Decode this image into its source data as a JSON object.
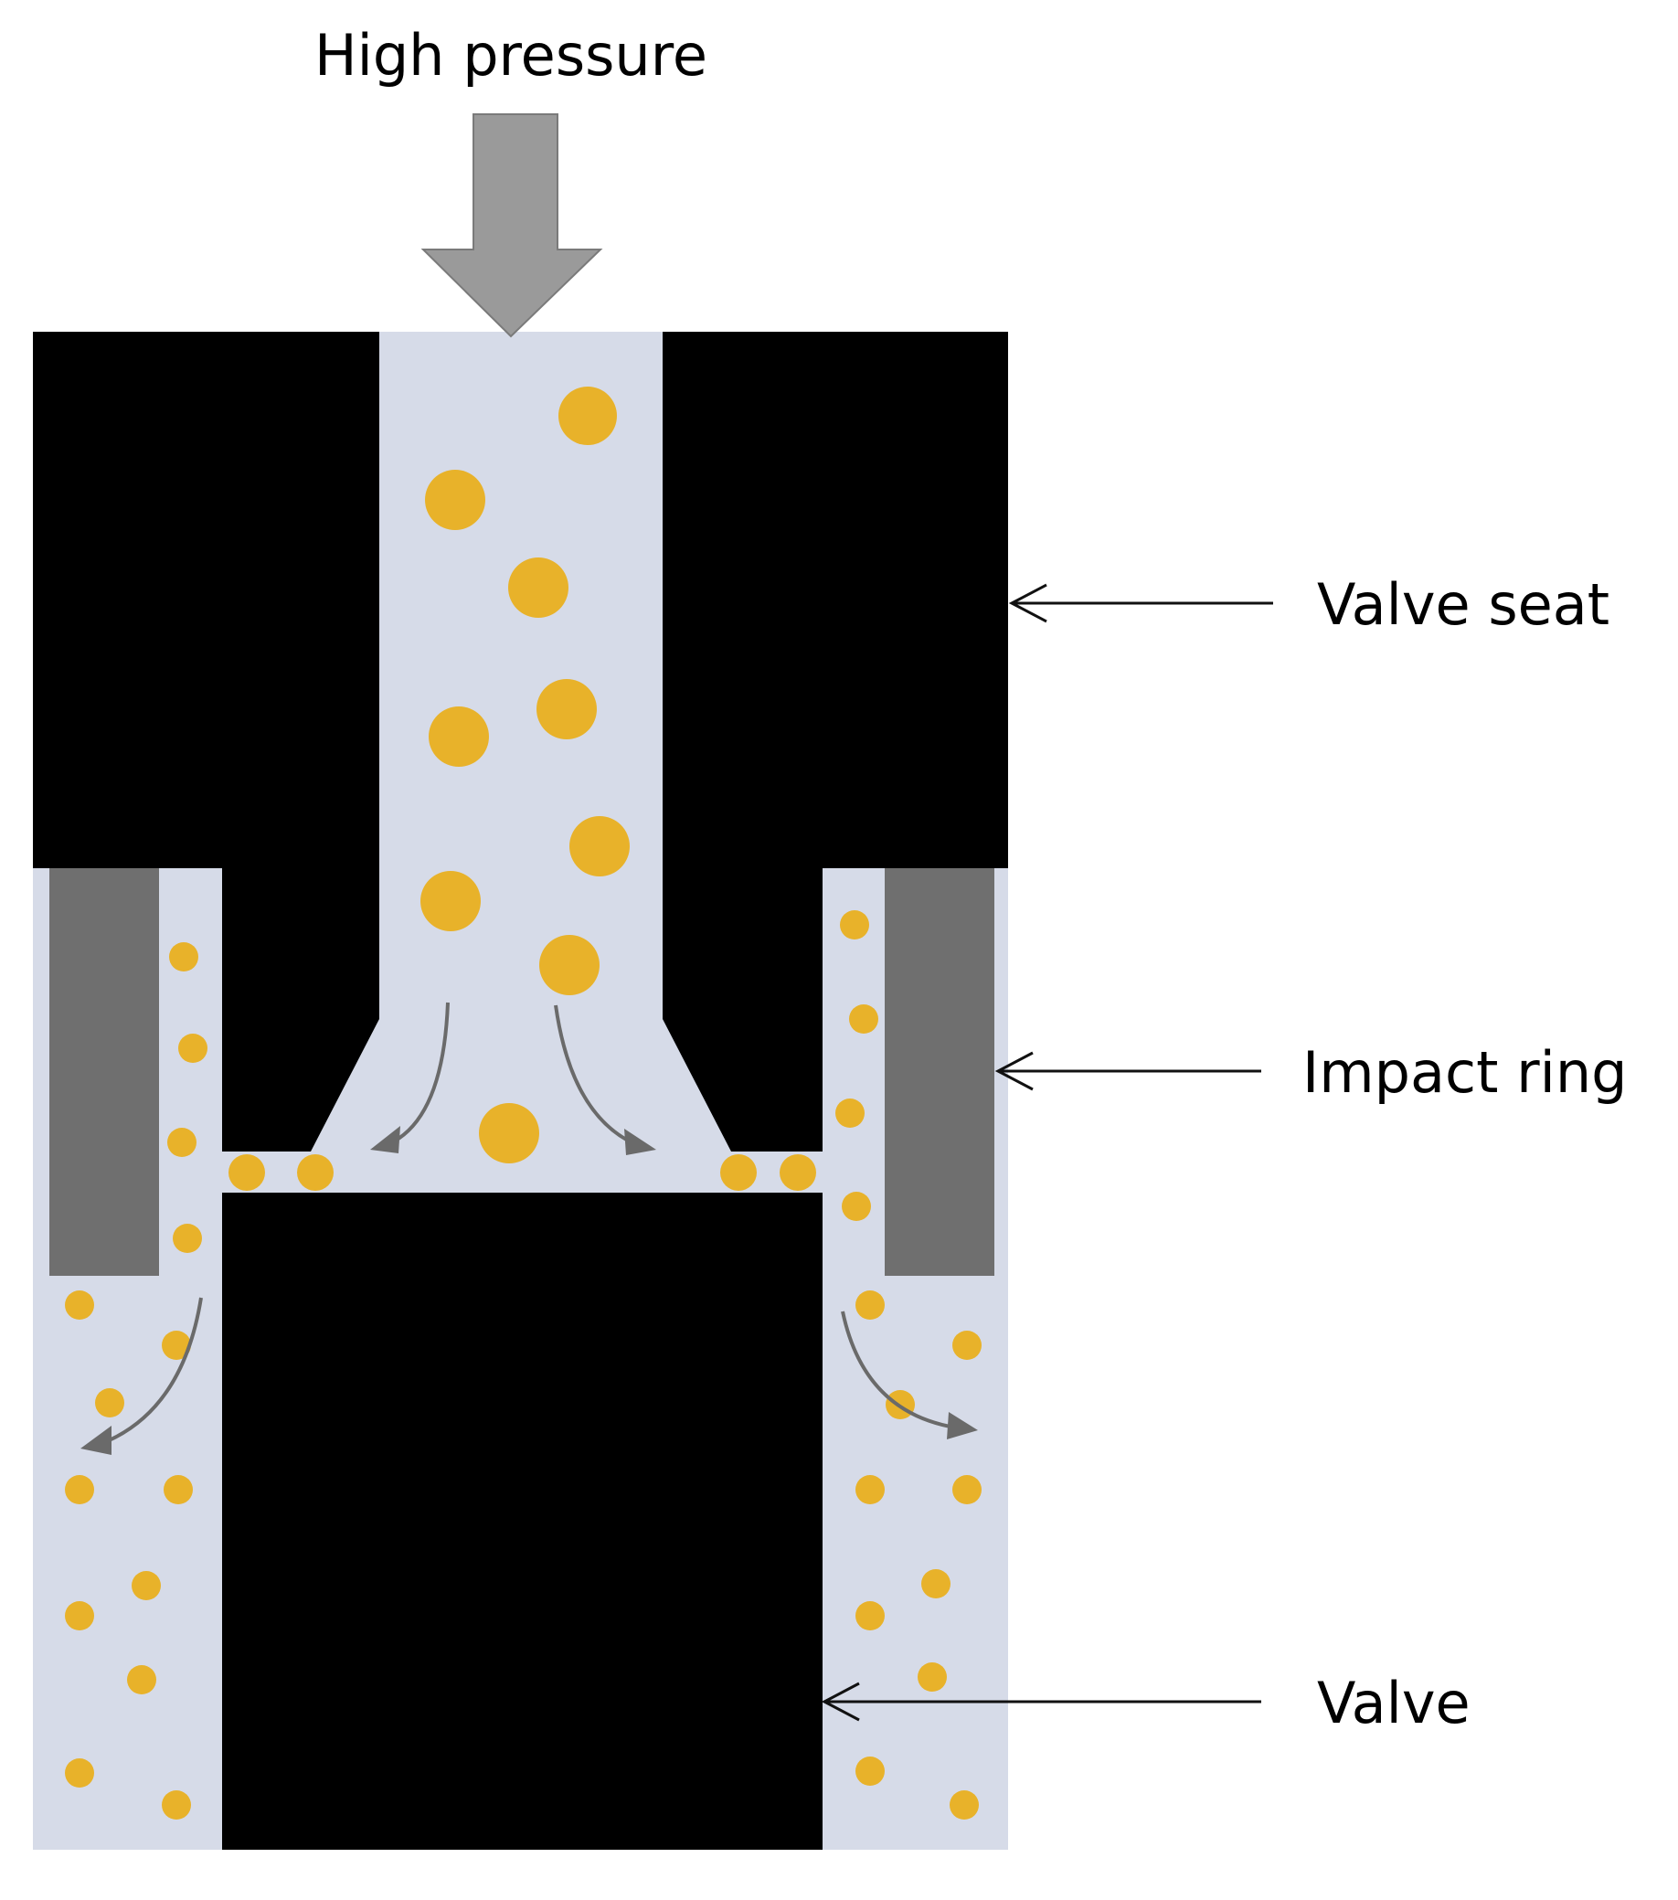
{
  "labels": {
    "high_pressure": "High pressure",
    "valve_seat": "Valve seat",
    "impact_ring": "Impact ring",
    "valve": "Valve"
  },
  "colors": {
    "fluid": "#d6dbe8",
    "solid": "#000000",
    "impact_ring": "#6f6f6f",
    "arrow": "#9a9a9a",
    "flow_arrow": "#6a6a6a",
    "particle": "#e8b22a",
    "leader_line": "#111111"
  }
}
